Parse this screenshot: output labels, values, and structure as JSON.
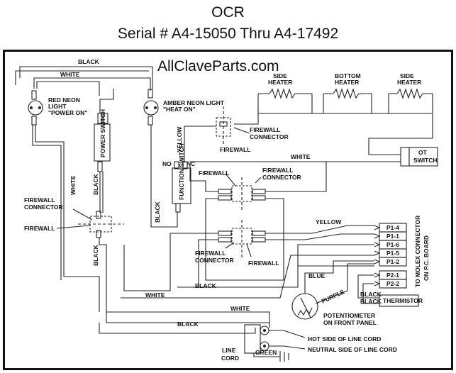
{
  "header": {
    "title": "OCR",
    "subtitle": "Serial # A4-15050 Thru A4-17492"
  },
  "watermark": "AllClaveParts.com",
  "labels": {
    "black_top": "BLACK",
    "white_top": "WHITE",
    "red_neon": "RED NEON",
    "light": "LIGHT",
    "power_on": "\"POWER ON\"",
    "amber_neon": "AMBER NEON LIGHT",
    "heat_on": "\"HEAT ON\"",
    "side_heater_1_a": "SIDE",
    "side_heater_1_b": "HEATER",
    "bottom_heater_a": "BOTTOM",
    "bottom_heater_b": "HEATER",
    "side_heater_2_a": "SIDE",
    "side_heater_2_b": "HEATER",
    "power_switch": "POWER SWITCH",
    "yellow_vertical": "YELLOW",
    "firewall_connector_top_a": "FIREWALL",
    "firewall_connector_top_b": "CONNECTOR",
    "firewall_top": "FIREWALL",
    "white_mid": "WHITE",
    "ot_switch_a": "OT",
    "ot_switch_b": "SWITCH",
    "no": "NO",
    "nc": "NC",
    "firewall_mid_left": "FIREWALL",
    "firewall_connector_mid_a": "FIREWALL",
    "firewall_connector_mid_b": "CONNECTOR",
    "function_switch": "FUNCTION SWITCH",
    "white_left_vertical": "WHITE",
    "black_left_vertical": "BLACK",
    "firewall_connector_left_a": "FIREWALL",
    "firewall_connector_left_b": "CONNECTOR",
    "firewall_left": "FIREWALL",
    "black_function": "BLACK",
    "yellow_right": "YELLOW",
    "p1_4": "P1-4",
    "p1_1": "P1-1",
    "p1_6": "P1-6",
    "p1_5": "P1-5",
    "p1_2": "P1-2",
    "p2_1": "P2-1",
    "p2_2": "P2-2",
    "to_molex_a": "TO MOLEX CONNECTOR",
    "to_molex_b": "ON P.C. BOARD",
    "black_left_lower": "BLACK",
    "firewall_connector_low_a": "FIREWALL",
    "firewall_connector_low_b": "CONNECTOR",
    "firewall_low": "FIREWALL",
    "blue": "BLUE",
    "purple": "PURPLE",
    "black_therm_1": "BLACK",
    "black_therm_2": "BLACK",
    "thermistor": "THERMISTOR",
    "white_low": "WHITE",
    "black_low": "BLACK",
    "potentiometer_a": "POTENTIOMETER",
    "potentiometer_b": "ON FRONT PANEL",
    "white_bottom": "WHITE",
    "black_bottom": "BLACK",
    "hot_side": "HOT SIDE OF LINE CORD",
    "neutral_side": "NEUTRAL SIDE OF LINE CORD",
    "line_cord_a": "LINE",
    "line_cord_b": "CORD",
    "green": "GREEN"
  }
}
